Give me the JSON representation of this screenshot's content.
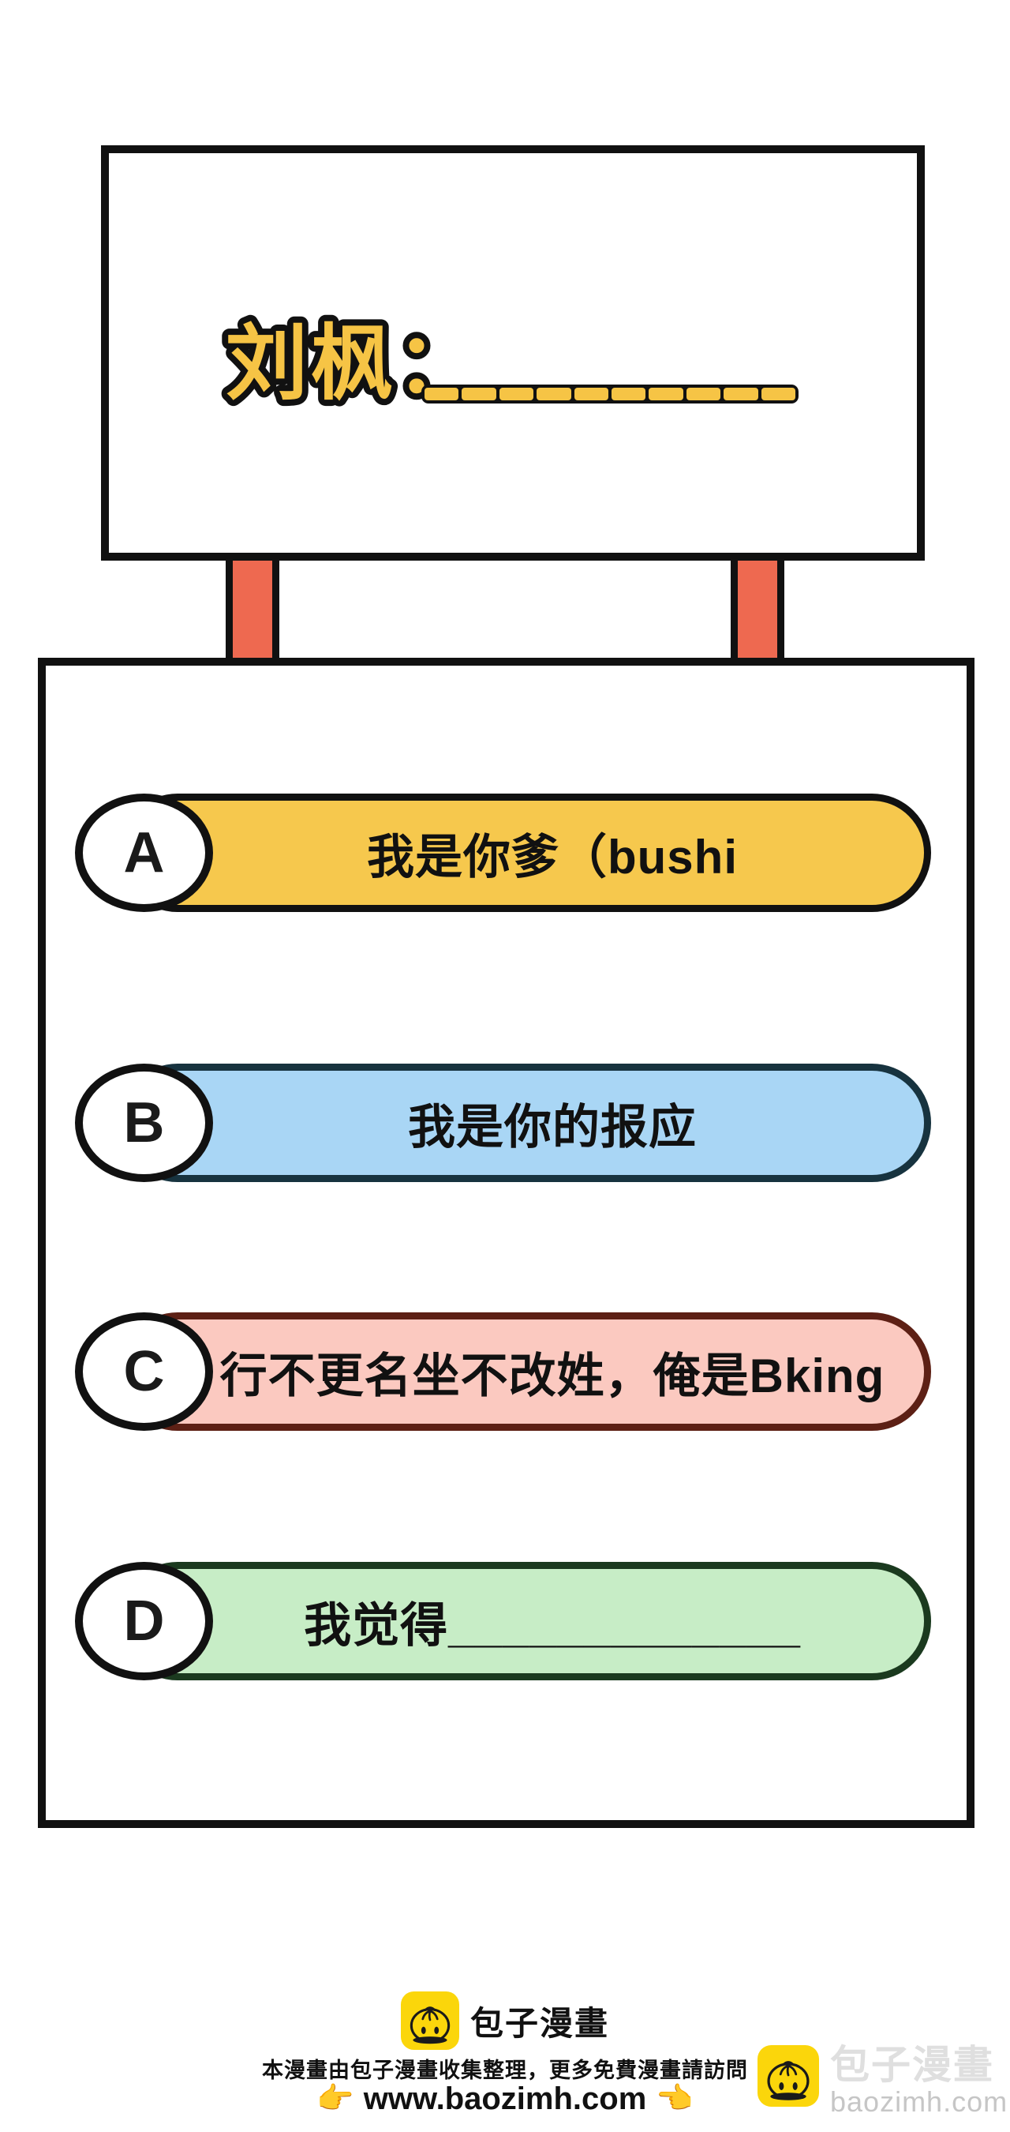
{
  "question": {
    "speaker": "刘枫：",
    "blank_segments": 10
  },
  "options": [
    {
      "letter": "A",
      "text": "我是你爹（bushi",
      "fill": "#F6C84D",
      "border": "#111111"
    },
    {
      "letter": "B",
      "text": "我是你的报应",
      "fill": "#A9D6F5",
      "border": "#17333F"
    },
    {
      "letter": "C",
      "text": "行不更名坐不改姓，俺是Bking",
      "fill": "#FBC9C0",
      "border": "#5D2015"
    },
    {
      "letter": "D",
      "text": "我觉得_____________",
      "fill": "#C7EDC6",
      "border": "#1B3A1F"
    }
  ],
  "footer": {
    "brand": "包子漫畫",
    "info": "本漫畫由包子漫畫收集整理，更多免費漫畫請訪問",
    "url": "www.baozimh.com",
    "hand_left": "👉",
    "hand_right": "👈"
  },
  "watermark": {
    "brand": "包子漫畫",
    "domain": "baozimh.com"
  },
  "colors": {
    "ink": "#111111",
    "title_yellow": "#F6C445",
    "connector_red": "#EE6950",
    "logo_yellow": "#FBD60B",
    "watermark_brand": "#DFDFDF",
    "watermark_domain": "#C6C6C6"
  }
}
